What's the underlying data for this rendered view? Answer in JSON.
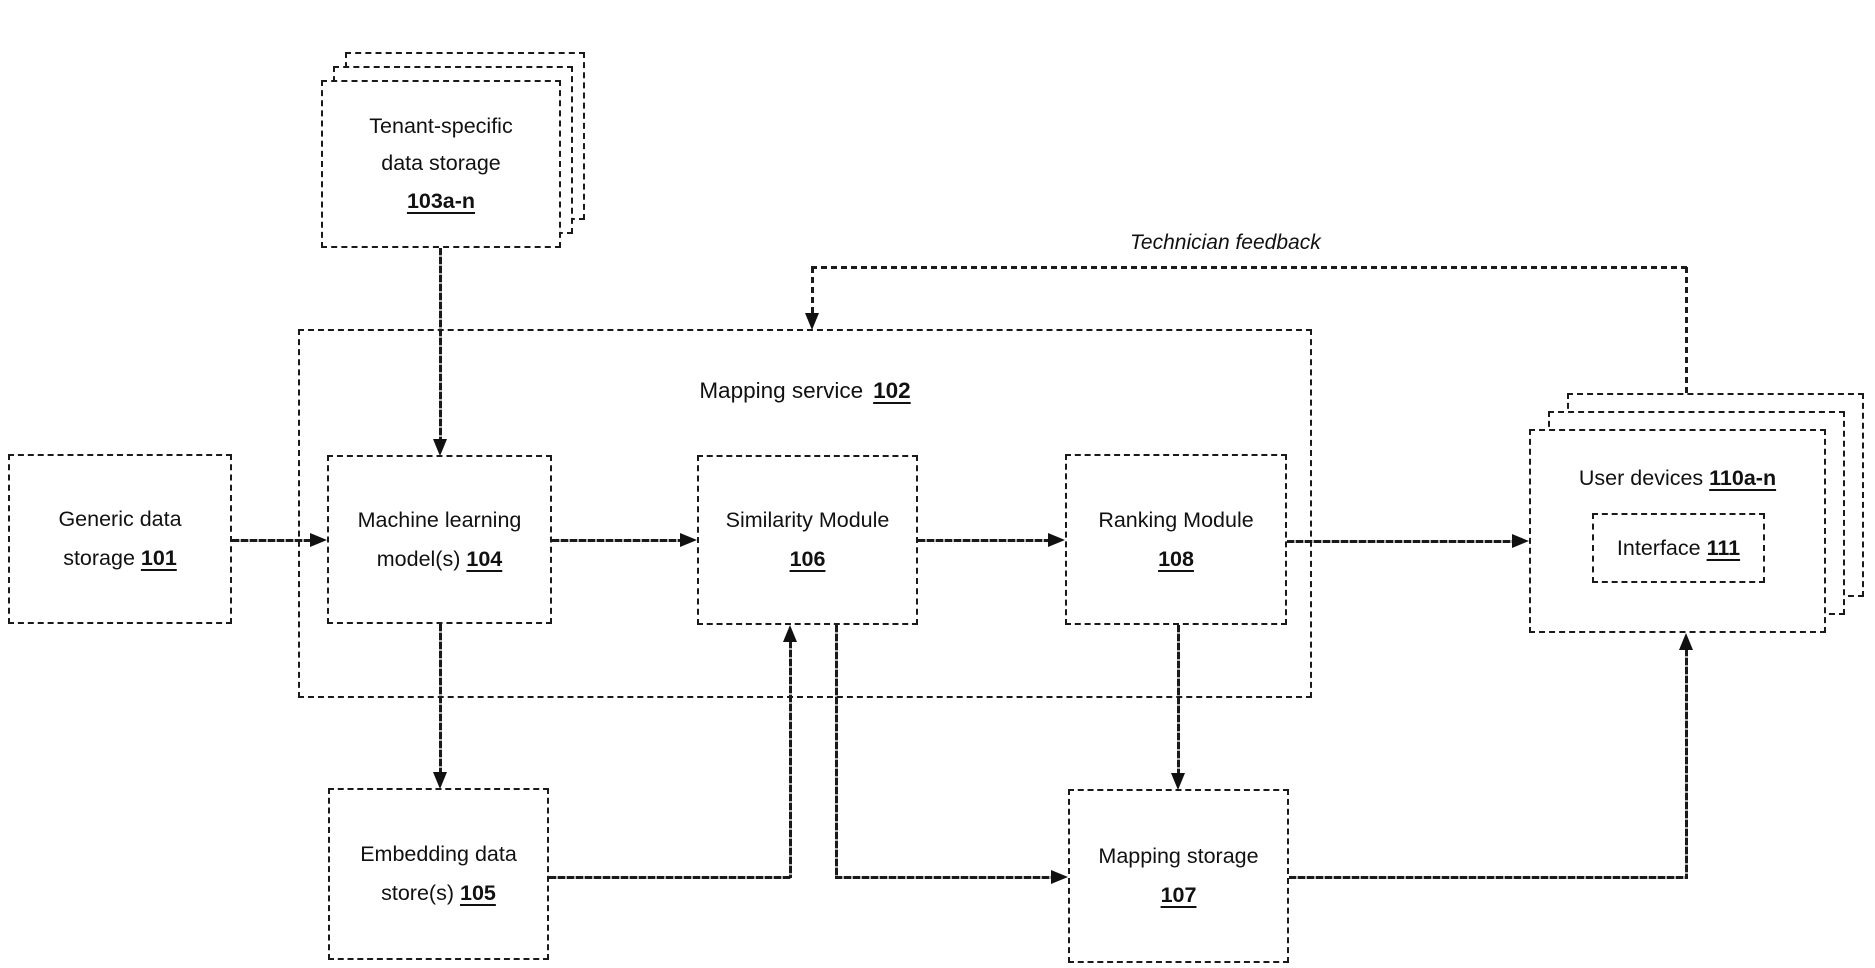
{
  "diagram": {
    "nodes": {
      "generic_storage": {
        "line1": "Generic data",
        "line2": "storage",
        "ref": "101"
      },
      "tenant_storage": {
        "line1": "Tenant-specific",
        "line2": "data storage",
        "ref": "103a-n"
      },
      "mapping_service": {
        "label": "Mapping service",
        "ref": "102"
      },
      "ml_models": {
        "line1": "Machine learning",
        "line2": "model(s)",
        "ref": "104"
      },
      "similarity_module": {
        "line1": "Similarity Module",
        "ref": "106"
      },
      "ranking_module": {
        "line1": "Ranking Module",
        "ref": "108"
      },
      "embedding_store": {
        "line1": "Embedding data",
        "line2": "store(s)",
        "ref": "105"
      },
      "mapping_storage": {
        "line1": "Mapping storage",
        "ref": "107"
      },
      "user_devices": {
        "label": "User devices",
        "ref": "110a-n"
      },
      "interface": {
        "label": "Interface",
        "ref": "111"
      }
    },
    "annotations": {
      "technician_feedback": "Technician feedback"
    },
    "colors": {
      "line": "#1a1a1a",
      "background": "#ffffff"
    }
  }
}
